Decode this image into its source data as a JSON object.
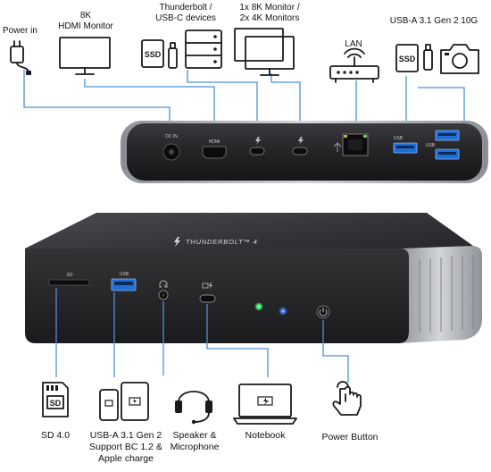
{
  "colors": {
    "connector_line": "#4a90d9",
    "dock_body": "#2b2b2e",
    "dock_rim": "#b9bcc1",
    "usb_port_blue": "#1f6fd6",
    "led_green": "#3cff6a",
    "led_blue": "#3d7bff"
  },
  "rear_panel": {
    "labels": {
      "power_in": "Power in",
      "hdmi_line1": "8K",
      "hdmi_line2": "HDMI Monitor",
      "tb_devices_line1": "Thunderbolt /",
      "tb_devices_line2": "USB-C devices",
      "monitors_line1": "1x 8K Monitor /",
      "monitors_line2": "2x 4K Monitors",
      "lan": "LAN",
      "usba_gen2": "USB-A 3.1 Gen 2 10G"
    },
    "port_labels": {
      "dc_in": "DC IN",
      "hdmi": "HDMI",
      "usb_a": "USB",
      "usb_a_2": "USB"
    },
    "icons": [
      "power-adapter-icon",
      "hdmi-monitor-icon",
      "ssd-icon",
      "usb-stick-icon",
      "storage-drive-icon",
      "dual-monitor-icon",
      "router-icon",
      "ssd-icon",
      "usb-stick-icon",
      "camera-icon"
    ],
    "ssd_text": "SSD"
  },
  "front_panel": {
    "brand": "THUNDERBOLT™ 4",
    "port_labels": {
      "sd": "SD",
      "usb": "USB"
    },
    "labels": {
      "sd": "SD 4.0",
      "usba_line1": "USB-A 3.1 Gen 2",
      "usba_line2": "Support BC 1.2 &",
      "usba_line3": "Apple charge",
      "speaker_line1": "Speaker &",
      "speaker_line2": "Microphone",
      "notebook": "Notebook",
      "power_button": "Power Button"
    },
    "icons": [
      "sd-card-icon",
      "phone-icon",
      "tablet-icon",
      "headset-icon",
      "notebook-icon",
      "power-button-icon"
    ],
    "sd_card_text": "SD"
  }
}
